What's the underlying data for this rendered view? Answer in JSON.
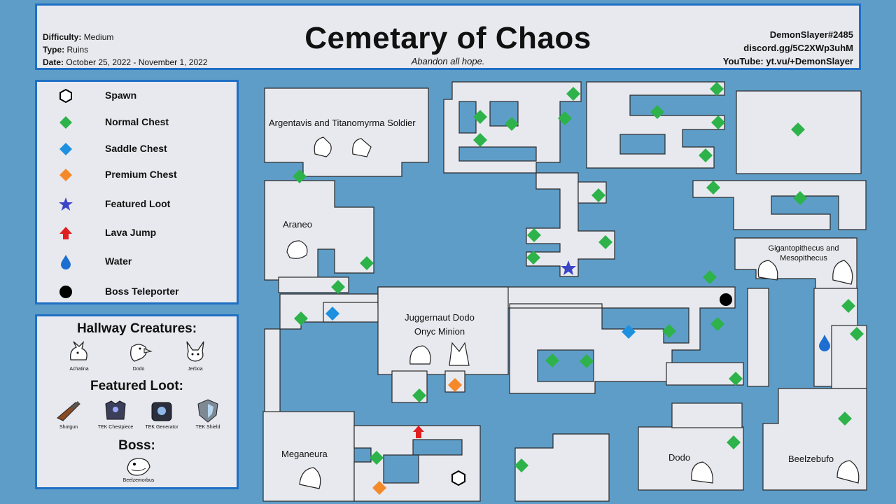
{
  "header": {
    "difficulty_label": "Difficulty:",
    "difficulty": "Medium",
    "type_label": "Type:",
    "type": "Ruins",
    "date_label": "Date:",
    "date": "October 25, 2022 - November 1, 2022",
    "title": "Cemetary of Chaos",
    "tagline": "Abandon all hope.",
    "author": "DemonSlayer#2485",
    "discord": "discord.gg/5C2XWp3uhM",
    "youtube": "YouTube: yt.vu/+DemonSlayer"
  },
  "legend": [
    {
      "label": "Spawn",
      "icon": "hexagon-icon"
    },
    {
      "label": "Normal Chest",
      "icon": "green-diamond-icon",
      "color": "#2db34a"
    },
    {
      "label": "Saddle Chest",
      "icon": "blue-diamond-icon",
      "color": "#1e90e0"
    },
    {
      "label": "Premium Chest",
      "icon": "orange-diamond-icon",
      "color": "#f5892a"
    },
    {
      "label": "Featured Loot",
      "icon": "star-icon",
      "color": "#3a45c8"
    },
    {
      "label": "Lava Jump",
      "icon": "red-arrow-icon",
      "color": "#e02020"
    },
    {
      "label": "Water",
      "icon": "water-drop-icon",
      "color": "#1c6fd1"
    },
    {
      "label": "Boss Teleporter",
      "icon": "black-circle-icon",
      "color": "#000000"
    }
  ],
  "extras": {
    "hallway_title": "Hallway Creatures:",
    "hallway": [
      "Achatina",
      "Dodo",
      "Jerboa"
    ],
    "loot_title": "Featured Loot:",
    "loot": [
      "Shotgun",
      "TEK Chestpiece",
      "TEK Generator",
      "TEK Shield"
    ],
    "boss_title": "Boss:",
    "boss": [
      "Beelzemorbus"
    ]
  },
  "map": {
    "rooms": [
      "Argentavis and Titanomyrma Soldier",
      "Araneo",
      "Juggernaut Dodo",
      "Onyc Minion",
      "Gigantopithecus and",
      "Mesopithecus",
      "Meganeura",
      "Dodo",
      "Beelzebufo"
    ],
    "colors": {
      "floor": "#e8e9ee",
      "wall": "#2b2b2b",
      "water": "#5e9dc8"
    }
  }
}
